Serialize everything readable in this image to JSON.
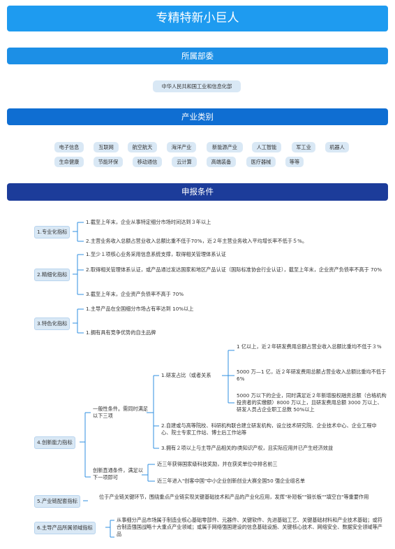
{
  "title": "专精特新小巨人",
  "sections": {
    "dept_header": "所属部委",
    "industry_header": "产业类别",
    "criteria_header": "申报条件"
  },
  "dept": "中华人民共和国工业和信息化部",
  "industries": [
    "电子信息",
    "互联网",
    "航空航天",
    "海洋产业",
    "新能源产业",
    "人工智能",
    "军工业",
    "机器人",
    "生命健康",
    "节能环保",
    "移动通信",
    "云计算",
    "高端装备",
    "医疗器械",
    "等等"
  ],
  "criteria": {
    "c1": {
      "label": "1.专业化指标",
      "items": [
        "1.截至上年末，企业从事特定细分市场时间达到３年以上",
        "2.主营业务收入总额占营业收入总额比重不低于70%，近２年主营业务收入平均增长率不低于５%。"
      ]
    },
    "c2": {
      "label": "2.精细化指标",
      "items": [
        "1.至少１项核心业务采用信息系统支撑，取得相关管理体系认证",
        "2.取得相关管理体系认证，或产品通过发达国家和地区产品认证（国际标准协会行业认证），截至上年末，企业资产负债率不高于 70%",
        "3.截至上年末，企业资产负债率不高于 70%"
      ]
    },
    "c3": {
      "label": "3.特色化指标",
      "items": [
        "1.主导产品在全国细分市场占有率达到 10%以上",
        "1.拥有具有竞争优势的自主品牌"
      ]
    },
    "c4": {
      "label": "4.创新能力指标",
      "general": {
        "label": "一般性条件。需同时满足以下三项",
        "rd": {
          "label": "1.研发占比（或者关系",
          "items": [
            "1 亿以上，近２年研发费用总额占营业收入总额比重均不低于３%",
            "5000 万—1 亿，近２年研发费用总额占营业收入总额比重均不低于 6%",
            "5000 万以下的企业，同时满足近２年新增股权融资总额（合格机构投资者的实缴额）8000 万以上，且研发费用总额 3000 万以上、研发人员占企业职工总数 50%以上"
          ]
        },
        "item2": "2.自建或与高等院校、科研机构联合建立研发机构，设立技术研究院、企业技术中心、企业工程中心、院士专家工作站、博士后工作站等",
        "item3": "3.拥有２项以上与主导产品相关的Ⅰ类知识产权，且实际应用并已产生经济效益"
      },
      "direct": {
        "label": "创新直通条件，满足以下一项即可",
        "items": [
          "近三年获得国家级科技奖励，并在获奖单位中排名前三",
          "近三年进入\"创客中国\"中小企业创新创业大赛全国50 强企业组名单"
        ]
      }
    },
    "c5": {
      "label": "5.产业链配套指标",
      "text": "位于产业链关键环节，围绕重点产业链实现关键基础技术和产品的产业化应用，发挥\"补短板\"\"锻长板\"\"填空白\"等重要作用"
    },
    "c6": {
      "label": "6.主导产品所属领域指标",
      "text": "从事细分产品市场属于制造业核心基础零部件、元器件、关键软件、先进基础工艺、关键基础材料和产业技术基础；或符合制造强国战略十大重点产业领域；或属于网络强国建设的信息基础设施、关键核心技术、网络安全、数据安全领域等产品"
    }
  }
}
